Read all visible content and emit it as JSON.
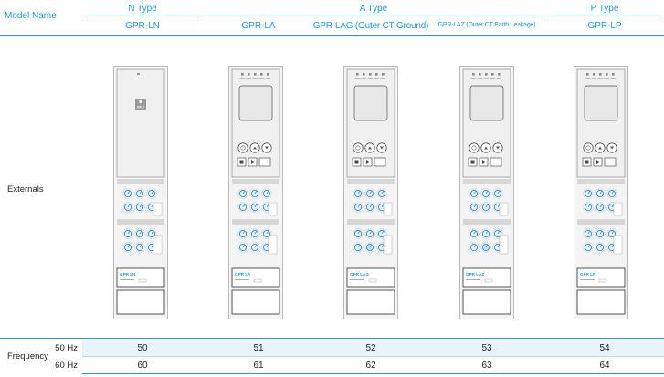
{
  "headers": {
    "model_name": "Model Name",
    "types": [
      "N Type",
      "A Type",
      "P Type"
    ],
    "models": [
      "GPR-LN",
      "GPR-LA",
      "GPR-LAG (Outer CT Ground)",
      "GPR-LAZ (Outer CT Earth Leakage)",
      "GPR-LP"
    ]
  },
  "rows": {
    "externals_label": "Externals",
    "frequency_label": "Frequency",
    "hz_labels": [
      "50 Hz",
      "60 Hz"
    ],
    "values_50hz": [
      "50",
      "51",
      "52",
      "53",
      "54"
    ],
    "values_60hz": [
      "60",
      "61",
      "62",
      "63",
      "64"
    ]
  },
  "devices": [
    {
      "label": "GPR LN",
      "logo": "RFC"
    },
    {
      "label": "GPR LA"
    },
    {
      "label": "GPR LAG"
    },
    {
      "label": "GPR LAZ"
    },
    {
      "label": "GPR LP"
    }
  ],
  "colors": {
    "accent": "#1e9bd8",
    "band": "#e9f3fa"
  }
}
